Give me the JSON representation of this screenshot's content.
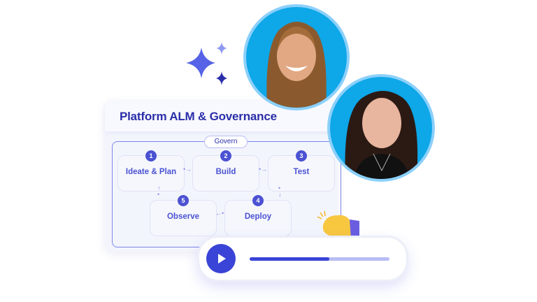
{
  "card": {
    "title": "Platform ALM & Governance",
    "frame_label": "Govern"
  },
  "steps": [
    {
      "number": "1",
      "label": "Ideate & Plan"
    },
    {
      "number": "2",
      "label": "Build"
    },
    {
      "number": "3",
      "label": "Test"
    },
    {
      "number": "4",
      "label": "Deploy"
    },
    {
      "number": "5",
      "label": "Observe"
    }
  ],
  "player": {
    "progress_percent": 57,
    "play_icon": "play-icon"
  },
  "decorations": {
    "sparkles_icon": "sparkles-icon",
    "clap_icon": "clapping-hands-icon",
    "sparkle_colors": [
      "#5663e6",
      "#8e98f0",
      "#2a2ea8"
    ]
  },
  "colors": {
    "accent": "#3a44d6",
    "title": "#2a2ea8",
    "avatar_bg": "#0ea7e8",
    "avatar_ring": "#8cd0fb"
  }
}
